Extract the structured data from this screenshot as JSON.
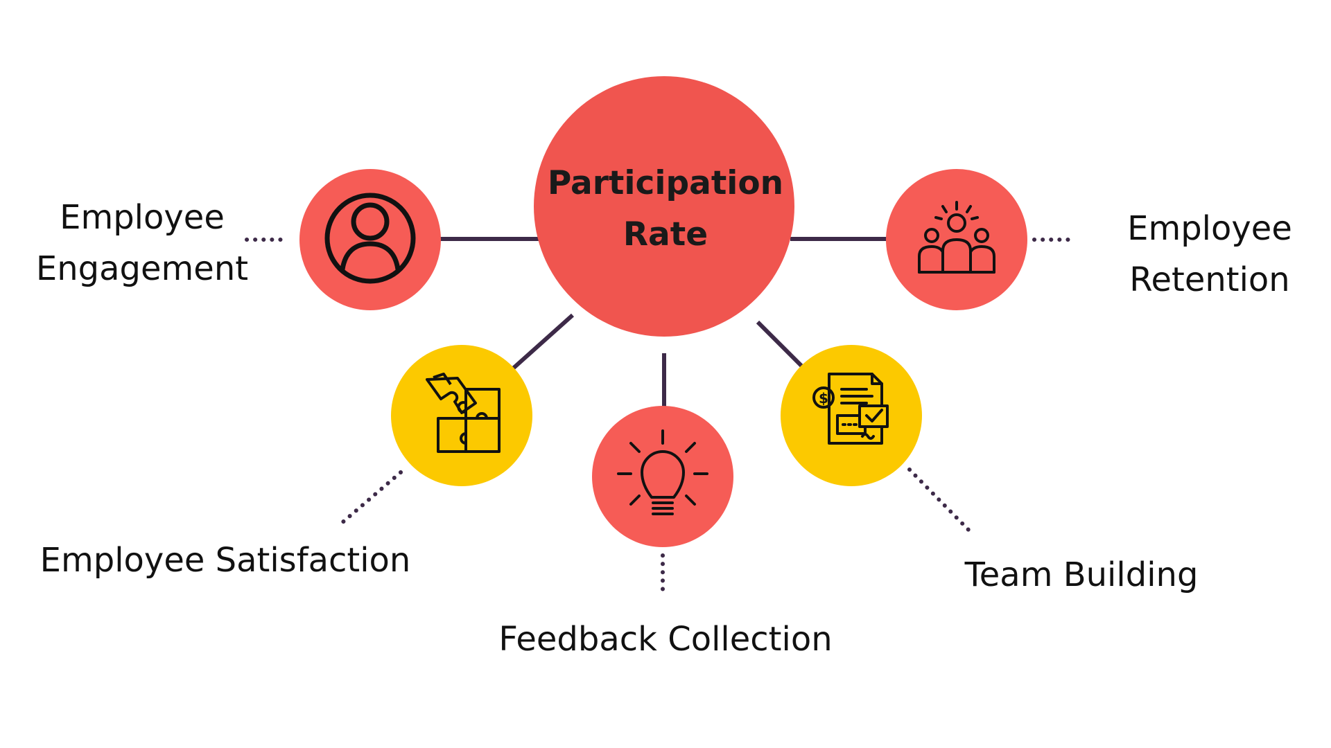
{
  "center": {
    "line1": "Participation",
    "line2": "Rate"
  },
  "nodes": {
    "engagement": {
      "line1": "Employee",
      "line2": "Engagement",
      "icon": "user-profile-icon"
    },
    "retention": {
      "line1": "Employee",
      "line2": "Retention",
      "icon": "team-group-icon"
    },
    "satisfaction": {
      "label": "Employee Satisfaction",
      "icon": "puzzle-pieces-icon"
    },
    "feedback": {
      "label": "Feedback Collection",
      "icon": "light-bulb-icon"
    },
    "teambuilding": {
      "label": "Team Building",
      "icon": "documents-checklist-icon"
    }
  },
  "colors": {
    "center": "#F0554F",
    "red_node": "#F65C56",
    "yellow_node": "#FCC900",
    "connector": "#3D2A48",
    "icon_stroke": "#111111",
    "text": "#111111"
  }
}
